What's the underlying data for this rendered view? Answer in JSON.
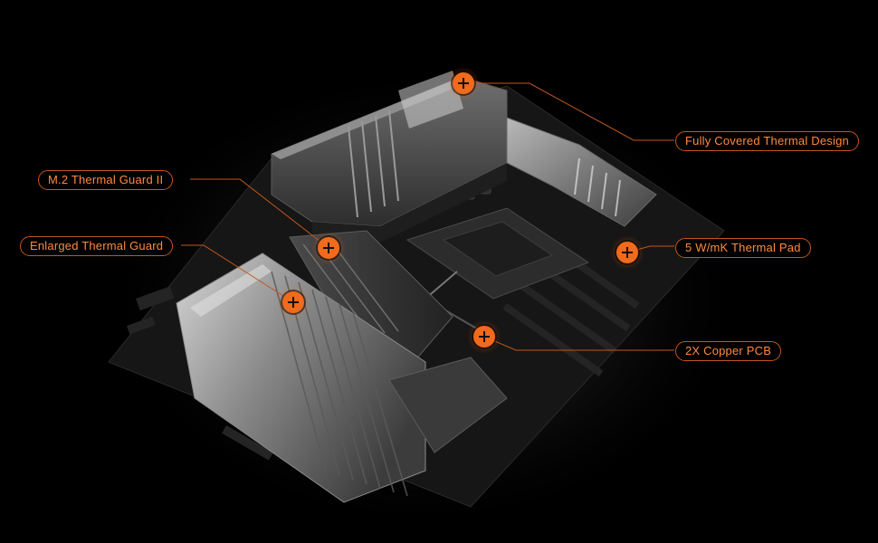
{
  "hotspots": [
    {
      "id": "fully-covered",
      "label": "Fully Covered Thermal Design",
      "icon": "plus-icon"
    },
    {
      "id": "m2-guard",
      "label": "M.2 Thermal Guard II",
      "icon": "plus-icon"
    },
    {
      "id": "thermal-pad",
      "label": "5 W/mK Thermal Pad",
      "icon": "plus-icon"
    },
    {
      "id": "enlarged-guard",
      "label": "Enlarged Thermal Guard",
      "icon": "plus-icon"
    },
    {
      "id": "copper-pcb",
      "label": "2X Copper PCB",
      "icon": "plus-icon"
    }
  ],
  "colors": {
    "accent": "#f26a1b",
    "label_text": "#ff8a3d",
    "label_border": "#c2561f",
    "background": "#000000"
  }
}
